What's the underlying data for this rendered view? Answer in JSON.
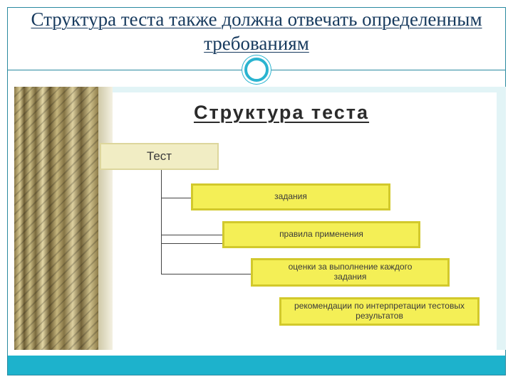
{
  "header": {
    "title": "Структура теста также должна отвечать определенным требованиям"
  },
  "diagram": {
    "title": "Структура теста",
    "root": "Тест",
    "items": [
      "задания",
      "правила применения",
      "оценки за выполнение каждого задания",
      "рекомендации по интерпретации тестовых результатов"
    ]
  },
  "colors": {
    "accent": "#1db2cc",
    "box_fill": "#f4ef56",
    "box_border": "#d2c92c",
    "root_fill": "#f1edc4"
  }
}
